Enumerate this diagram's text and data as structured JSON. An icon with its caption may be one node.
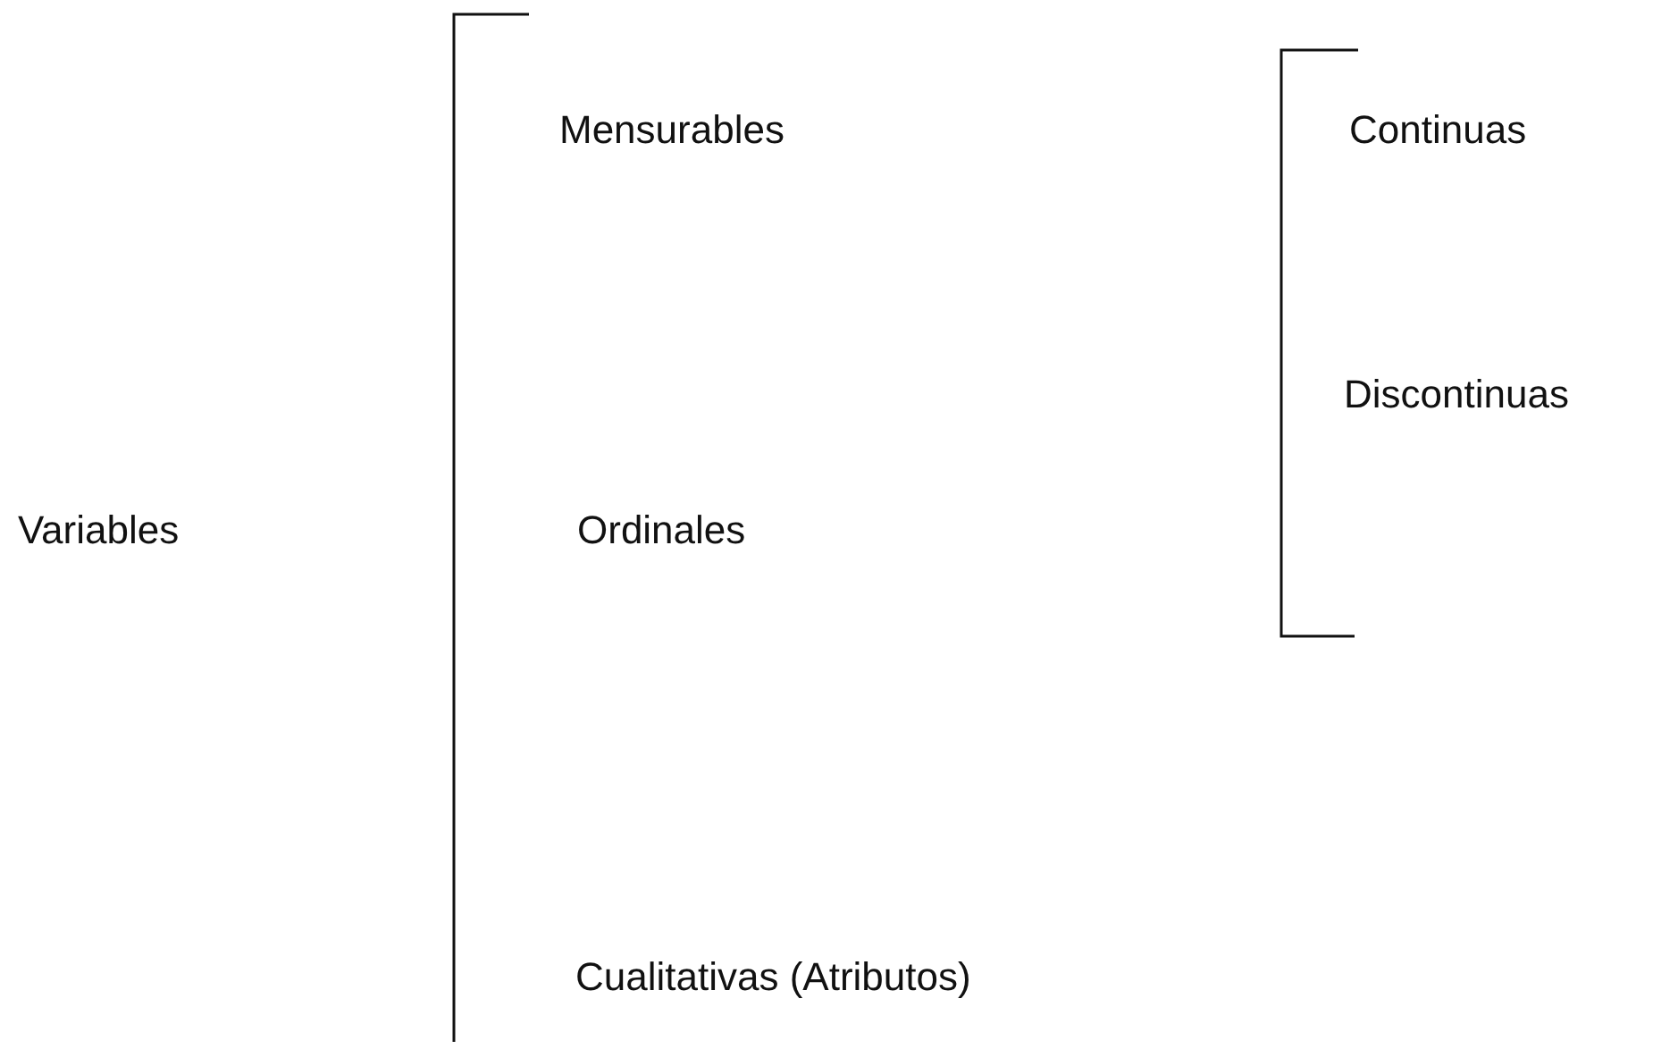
{
  "diagram": {
    "labels": [
      "Mensurables",
      "Continuas",
      "Discontinuas",
      "Variables",
      "Ordinales",
      "Cualitativas (Atributos)"
    ]
  }
}
